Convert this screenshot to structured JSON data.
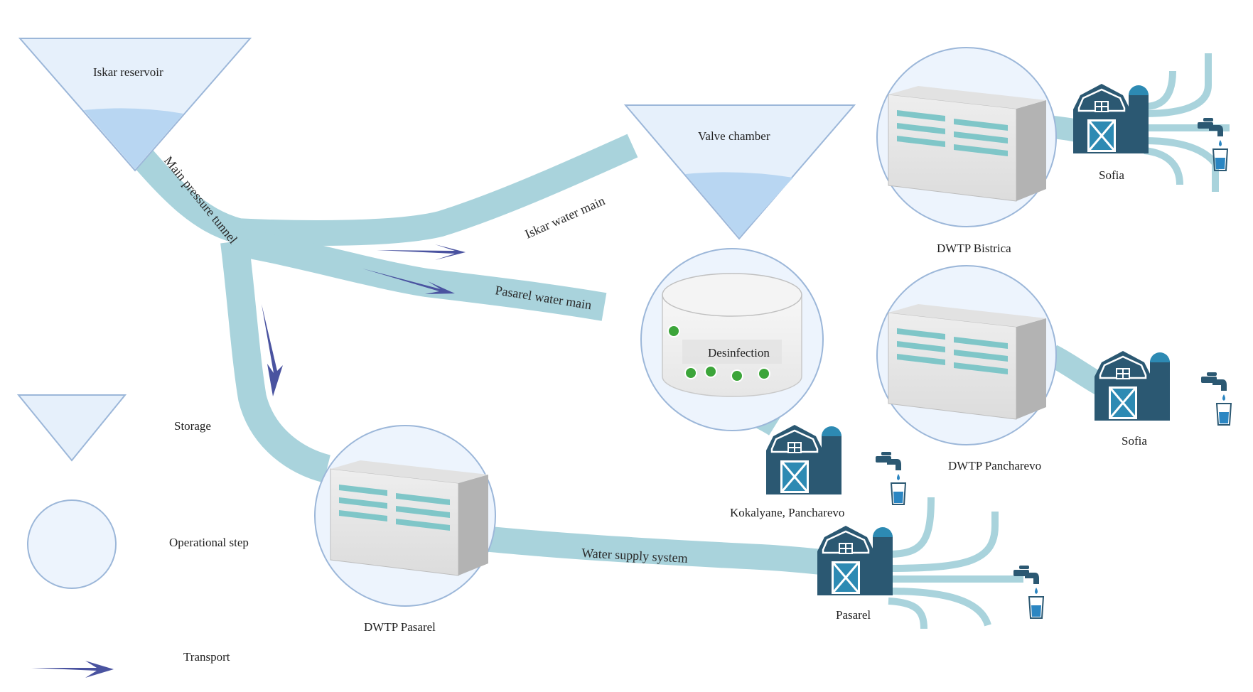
{
  "diagram": {
    "nodes": {
      "iskar_reservoir": "Iskar reservoir",
      "valve_chamber": "Valve chamber",
      "desinfection": "Desinfection",
      "dwtp_bistrica": "DWTP Bistrica",
      "dwtp_pancharevo": "DWTP  Pancharevo",
      "dwtp_pasarel": "DWTP Pasarel",
      "sofia_1": "Sofia",
      "sofia_2": "Sofia",
      "kokalyane": "Kokalyane, Pancharevo",
      "pasarel": "Pasarel"
    },
    "pipes": {
      "main_pressure_tunnel": "Main pressure tunnel",
      "iskar_water_main": "Iskar water main",
      "pasarel_water_main": "Pasarel water main",
      "water_supply_system": "Water supply system"
    },
    "legend": {
      "storage": "Storage",
      "operational_step": "Operational step",
      "transport": "Transport"
    },
    "colors": {
      "pipe": "#a9d3dc",
      "storage_fill": "#e6f0fb",
      "storage_stroke": "#9cb7d9",
      "water": "#b8d6f2",
      "circle_fill": "#edf4fd",
      "farm": "#2b5872",
      "arrow": "#4a53a0"
    }
  }
}
